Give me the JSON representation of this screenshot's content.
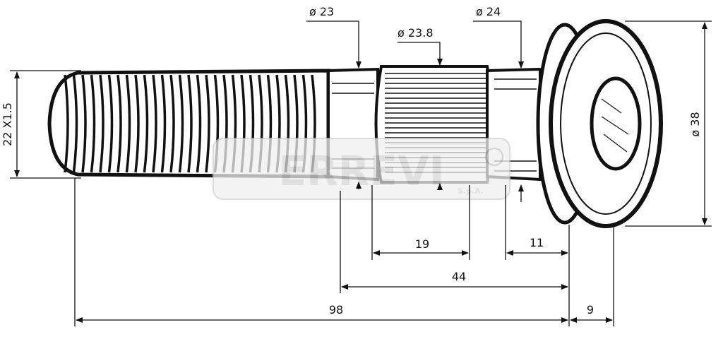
{
  "diagram": {
    "dimensions": {
      "dia_23": "ø 23",
      "dia_23_8": "ø 23.8",
      "dia_24": "ø 24",
      "dia_38": "ø 38",
      "thread": "22 X1.5",
      "len_19": "19",
      "len_11": "11",
      "len_44": "44",
      "len_98": "98",
      "len_9": "9"
    },
    "watermark": {
      "brand": "ERREVI",
      "suffix": "S.p.A."
    }
  }
}
